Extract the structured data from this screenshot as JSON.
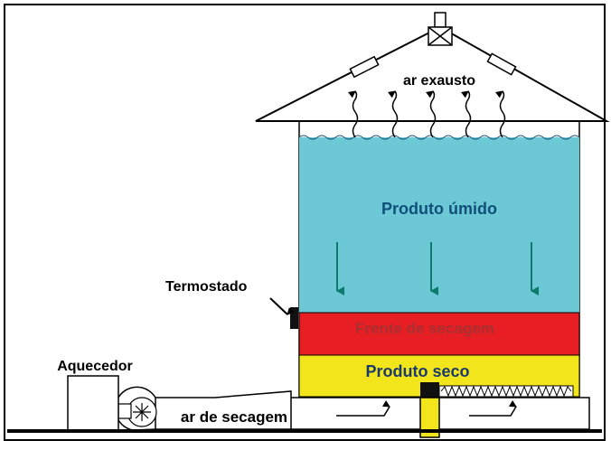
{
  "labels": {
    "exhaust_air": "ar exausto",
    "wet_product": "Produto úmido",
    "drying_front": "Frente de secagem",
    "dry_product": "Produto seco",
    "thermostat": "Termostado",
    "heater": "Aquecedor",
    "drying_air": "ar de secagem"
  },
  "colors": {
    "wet_product": "#6cc8d4",
    "drying_front": "#e81e25",
    "dry_product": "#f2e51c",
    "arrow": "#0e7a6e",
    "wet_text": "#0f4f7a",
    "front_text": "#a83030",
    "dry_text": "#1a3a6a",
    "outline": "#000000"
  }
}
